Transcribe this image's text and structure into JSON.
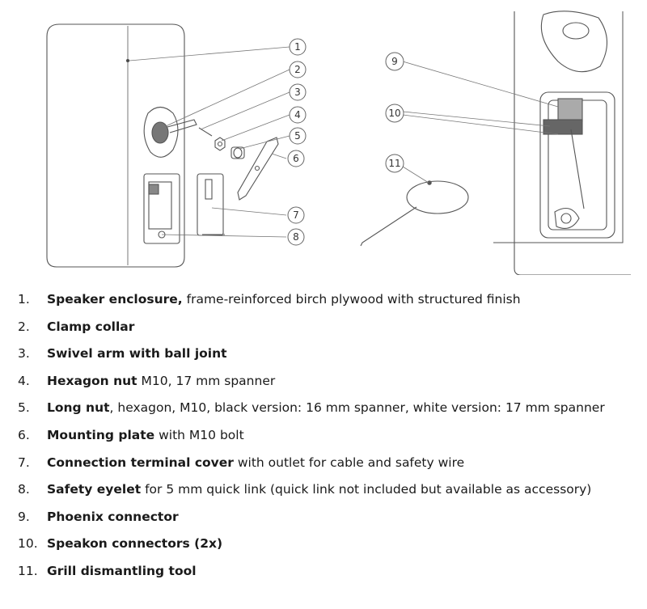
{
  "callouts": [
    "1",
    "2",
    "3",
    "4",
    "5",
    "6",
    "7",
    "8",
    "9",
    "10",
    "11"
  ],
  "legend": [
    {
      "num": "1.",
      "term": "Speaker enclosure,",
      "desc": " frame-reinforced birch plywood with structured finish"
    },
    {
      "num": "2.",
      "term": "Clamp collar",
      "desc": ""
    },
    {
      "num": "3.",
      "term": "Swivel arm with ball joint",
      "desc": ""
    },
    {
      "num": "4.",
      "term": "Hexagon nut",
      "desc": " M10, 17 mm spanner"
    },
    {
      "num": "5.",
      "term": "Long nut",
      "desc": ", hexagon, M10, black version: 16 mm spanner, white version: 17 mm spanner"
    },
    {
      "num": "6.",
      "term": "Mounting plate",
      "desc": " with M10 bolt"
    },
    {
      "num": "7.",
      "term": "Connection terminal cover",
      "desc": " with outlet for cable and safety wire"
    },
    {
      "num": "8.",
      "term": "Safety eyelet",
      "desc": " for 5 mm quick link (quick link not included but available as accessory)"
    },
    {
      "num": "9.",
      "term": "Phoenix connector",
      "desc": ""
    },
    {
      "num": "10.",
      "term": "Speakon connectors (2x)",
      "desc": ""
    },
    {
      "num": "11.",
      "term": "Grill dismantling tool",
      "desc": ""
    }
  ]
}
